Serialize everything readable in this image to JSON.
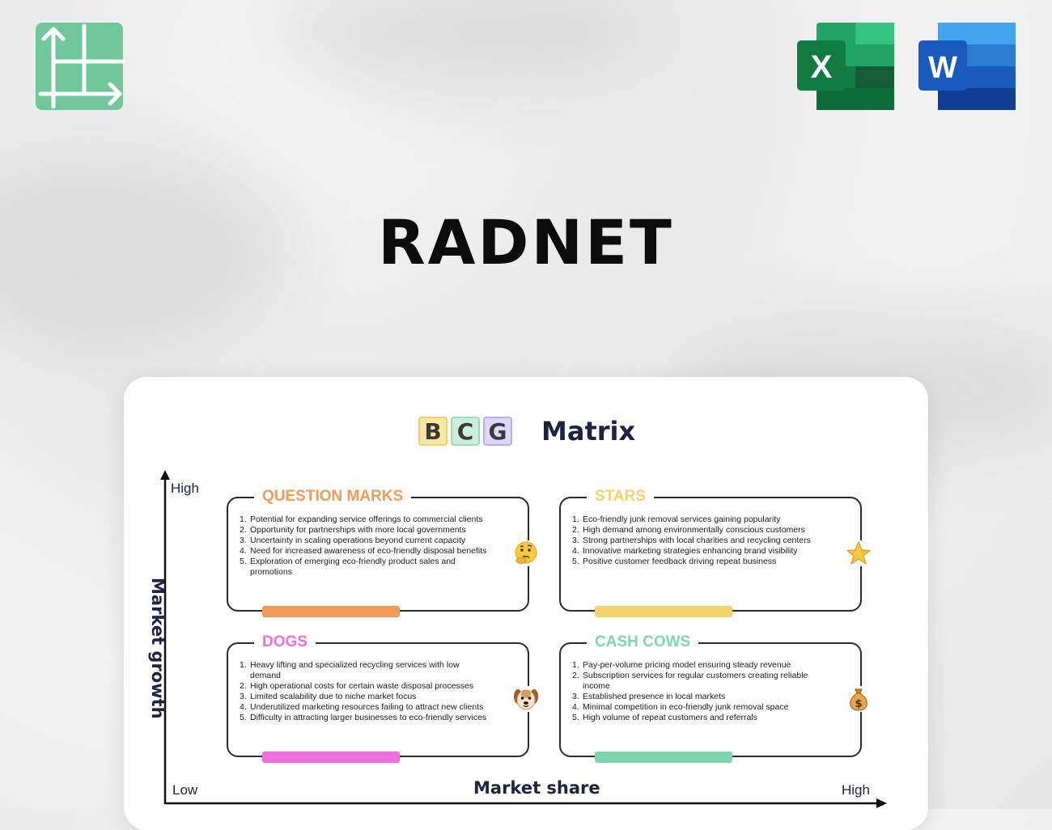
{
  "page": {
    "title": "RADNET"
  },
  "icons": {
    "logo": "table-layout-icon",
    "excel": "excel-icon",
    "word": "word-icon"
  },
  "colors": {
    "logo_green": "#6fc79a",
    "excel_dark": "#107c41",
    "word_blue": "#185abd",
    "question_marks": "#f39a55",
    "stars": "#f4d36b",
    "dogs": "#f06ee0",
    "cash_cows": "#7ed6b0"
  },
  "matrix": {
    "letters": [
      "B",
      "C",
      "G"
    ],
    "label": "Matrix",
    "y_axis": {
      "label": "Market growth",
      "high": "High"
    },
    "x_axis": {
      "label": "Market share",
      "low": "Low",
      "high": "High"
    },
    "quadrants": {
      "question_marks": {
        "title": "QUESTION MARKS",
        "emoji": "thinking-face-icon",
        "items": [
          "Potential for expanding service offerings to commercial clients",
          "Opportunity for partnerships with more local governments",
          "Uncertainty in scaling operations beyond current capacity",
          "Need for increased awareness of eco-friendly disposal benefits",
          "Exploration of emerging eco-friendly product sales and promotions"
        ]
      },
      "stars": {
        "title": "STARS",
        "emoji": "star-icon",
        "items": [
          "Eco-friendly junk removal services gaining popularity",
          "High demand among environmentally conscious customers",
          "Strong partnerships with local charities and recycling centers",
          "Innovative marketing strategies enhancing brand visibility",
          "Positive customer feedback driving repeat business"
        ]
      },
      "dogs": {
        "title": "DOGS",
        "emoji": "dog-face-icon",
        "items": [
          "Heavy lifting and specialized recycling services with low demand",
          "High operational costs for certain waste disposal processes",
          "Limited scalability due to niche market focus",
          "Underutilized marketing resources failing to attract new clients",
          "Difficulty in attracting larger businesses to eco-friendly services"
        ]
      },
      "cash_cows": {
        "title": "CASH COWS",
        "emoji": "money-bag-icon",
        "items": [
          "Pay-per-volume pricing model ensuring steady revenue",
          "Subscription services for regular customers creating reliable income",
          "Established presence in local markets",
          "Minimal competition in eco-friendly junk removal space",
          "High volume of repeat customers and referrals"
        ]
      }
    }
  }
}
